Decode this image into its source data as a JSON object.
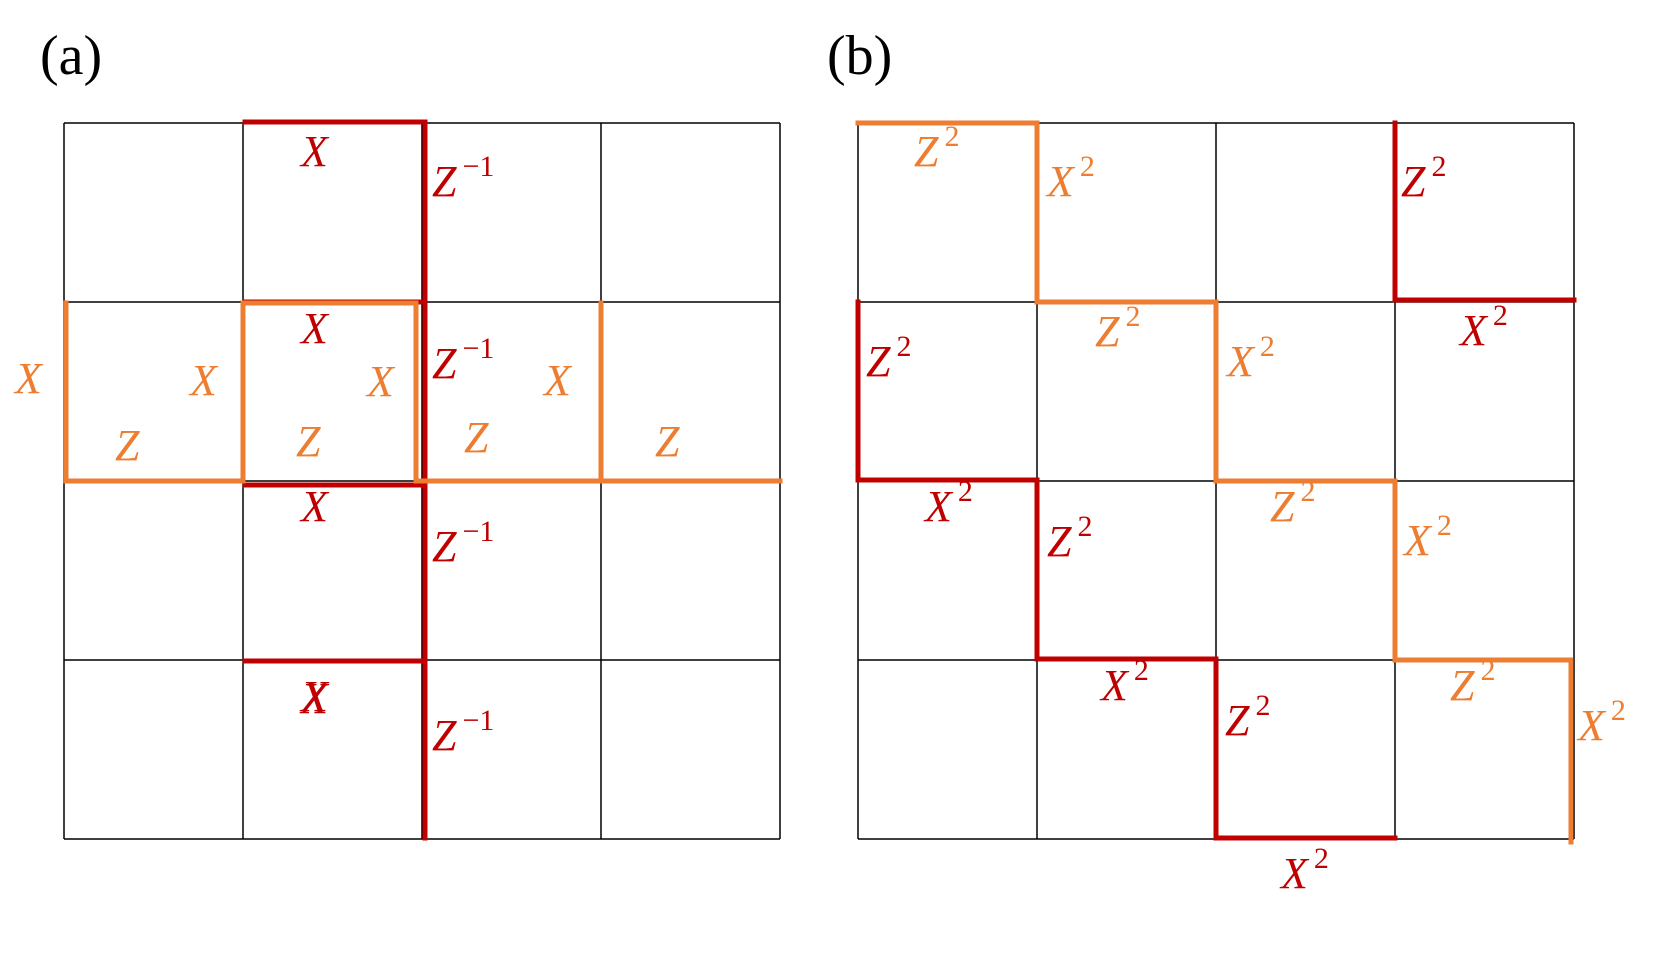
{
  "panels": [
    {
      "id": "a",
      "label": "(a)",
      "grid": {
        "rows": 4,
        "cols": 4
      },
      "operators": [
        {
          "color": "dark_red",
          "base": "X",
          "exp": ""
        },
        {
          "color": "dark_red",
          "base": "Z",
          "exp": "−1"
        },
        {
          "color": "dark_red",
          "base": "X",
          "exp": ""
        },
        {
          "color": "orange",
          "base": "X",
          "exp": ""
        },
        {
          "color": "orange",
          "base": "X",
          "exp": ""
        },
        {
          "color": "dark_red",
          "base": "X",
          "exp": ""
        },
        {
          "color": "orange",
          "base": "X",
          "exp": ""
        },
        {
          "color": "dark_red",
          "base": "Z",
          "exp": "−1"
        },
        {
          "color": "orange",
          "base": "X",
          "exp": ""
        },
        {
          "color": "orange",
          "base": "Z",
          "exp": ""
        },
        {
          "color": "orange",
          "base": "Z",
          "exp": ""
        },
        {
          "color": "orange",
          "base": "Z",
          "exp": ""
        },
        {
          "color": "orange",
          "base": "Z",
          "exp": ""
        },
        {
          "color": "dark_red",
          "base": "X",
          "exp": ""
        },
        {
          "color": "dark_red",
          "base": "Z",
          "exp": "−1"
        },
        {
          "color": "dark_red",
          "base": "X",
          "exp": ""
        },
        {
          "color": "dark_red",
          "base": "Z",
          "exp": "−1"
        }
      ]
    },
    {
      "id": "b",
      "label": "(b)",
      "grid": {
        "rows": 4,
        "cols": 4
      },
      "operators": [
        {
          "color": "orange",
          "base": "Z",
          "exp": "2"
        },
        {
          "color": "orange",
          "base": "X",
          "exp": "2"
        },
        {
          "color": "dark_red",
          "base": "Z",
          "exp": "2"
        },
        {
          "color": "orange",
          "base": "Z",
          "exp": "2"
        },
        {
          "color": "dark_red",
          "base": "X",
          "exp": "2"
        },
        {
          "color": "dark_red",
          "base": "Z",
          "exp": "2"
        },
        {
          "color": "orange",
          "base": "X",
          "exp": "2"
        },
        {
          "color": "dark_red",
          "base": "X",
          "exp": "2"
        },
        {
          "color": "orange",
          "base": "Z",
          "exp": "2"
        },
        {
          "color": "dark_red",
          "base": "Z",
          "exp": "2"
        },
        {
          "color": "orange",
          "base": "X",
          "exp": "2"
        },
        {
          "color": "dark_red",
          "base": "X",
          "exp": "2"
        },
        {
          "color": "orange",
          "base": "Z",
          "exp": "2"
        },
        {
          "color": "dark_red",
          "base": "Z",
          "exp": "2"
        },
        {
          "color": "orange",
          "base": "X",
          "exp": "2"
        },
        {
          "color": "dark_red",
          "base": "X",
          "exp": "2"
        }
      ]
    }
  ],
  "colors": {
    "dark_red": "#C00000",
    "orange": "#ED7D31",
    "grid": "#000000",
    "background": "#FFFFFF"
  }
}
